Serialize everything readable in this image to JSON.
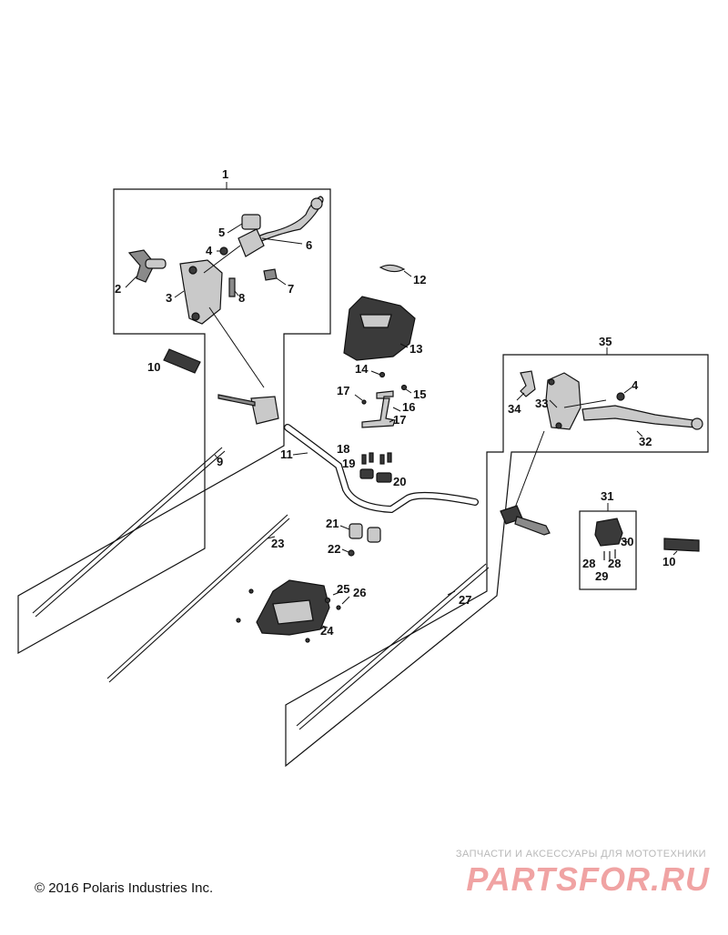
{
  "diagram": {
    "callouts": [
      "1",
      "2",
      "3",
      "4",
      "5",
      "6",
      "7",
      "8",
      "10",
      "9",
      "11",
      "12",
      "13",
      "14",
      "15",
      "16",
      "17",
      "17",
      "18",
      "19",
      "20",
      "21",
      "22",
      "23",
      "24",
      "25",
      "26",
      "27",
      "35",
      "4",
      "33",
      "34",
      "32",
      "31",
      "30",
      "28",
      "28",
      "29",
      "10"
    ]
  },
  "footer": {
    "copyright": "© 2016 Polaris Industries Inc."
  },
  "watermark": {
    "tagline": "ЗАПЧАСТИ И АКСЕССУАРЫ ДЛЯ МОТОТЕХНИКИ",
    "logo": "PARTSFOR.RU"
  }
}
